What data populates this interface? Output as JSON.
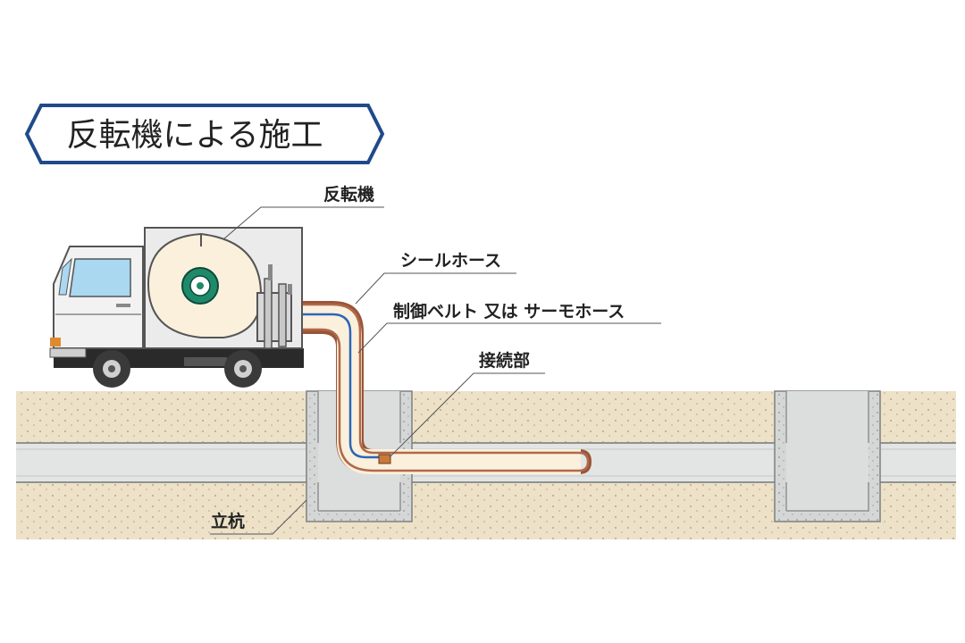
{
  "title": "反転機による施工",
  "labels": {
    "reversing_machine": "反転機",
    "seal_hose": "シールホース",
    "control_belt": "制御ベルト 又は サーモホース",
    "connection": "接続部",
    "shaft": "立杭"
  },
  "colors": {
    "title_border": "#1f4a8a",
    "soil": "#ede1c8",
    "concrete": "#dcdedd",
    "hose_copper": "#b06a4a",
    "belt_blue": "#2c66b8",
    "reel_green": "#1e8a6a",
    "truck_body": "#ebebeb",
    "truck_window": "#a9d8f0"
  },
  "icons": [
    "truck-icon",
    "reel-icon",
    "wheel-icon"
  ]
}
